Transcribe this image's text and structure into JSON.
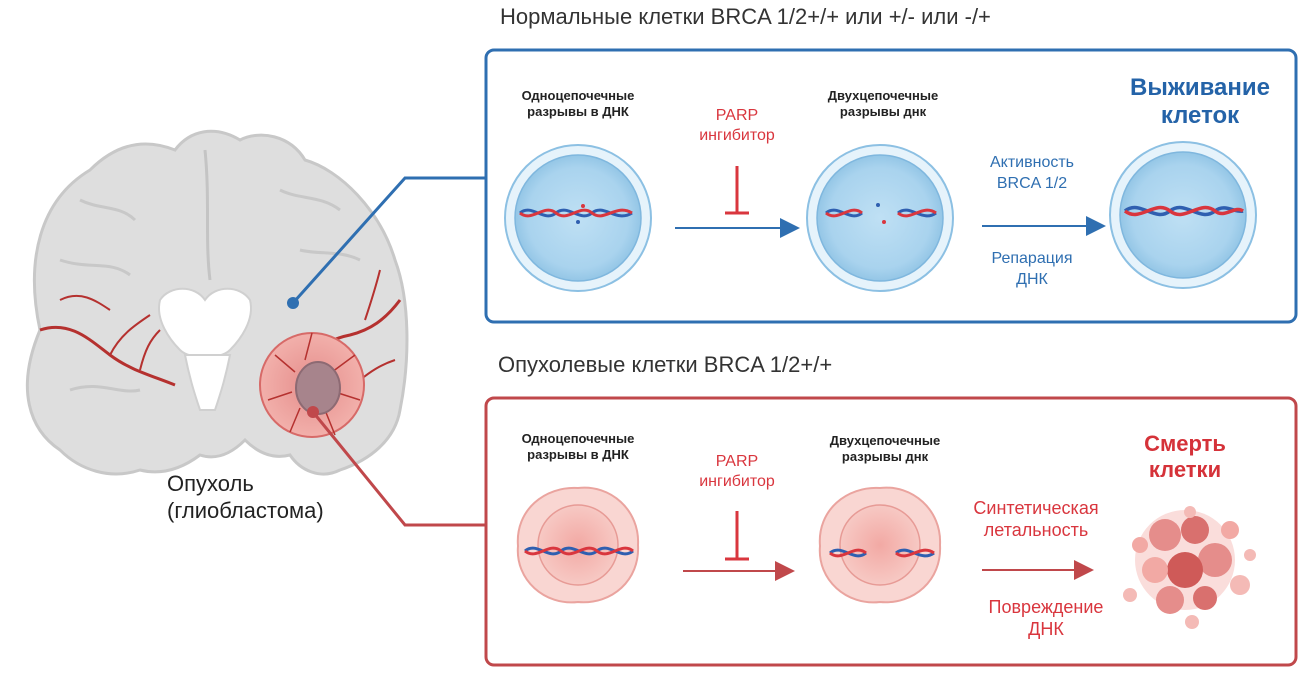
{
  "headings": {
    "normal": "Нормальные клетки  BRCA 1/2+/+ или +/- или -/+",
    "tumor": "Опухолевые клетки BRCA 1/2+/+"
  },
  "brain": {
    "tumor_label": "Опухоль\n(глиобластома)"
  },
  "normal_panel": {
    "ssb_label": "Одноцепочечные\nразрывы в ДНК",
    "parp_label": "PARP\nингибитор",
    "dsb_label": "Двухцепочечные\nразрывы днк",
    "brca_activity": "Активность\nBRCA 1/2",
    "dna_repair": "Репарация\nДНК",
    "outcome": "Выживание\nклеток"
  },
  "tumor_panel": {
    "ssb_label": "Одноцепочечные\nразрывы в ДНК",
    "parp_label": "PARP\nингибитор",
    "dsb_label": "Двухцепочечные\nразрывы днк",
    "synthetic_lethality": "Синтетическая\nлетальность",
    "dna_damage": "Повреждение\nДНК",
    "outcome": "Смерть\nклетки"
  },
  "colors": {
    "normal_border": "#2f6fb1",
    "tumor_border": "#c0484b",
    "inhibitor_red": "#d9363e",
    "brain_gray": "#dcdcdc",
    "vessel_red": "#b5312f"
  }
}
